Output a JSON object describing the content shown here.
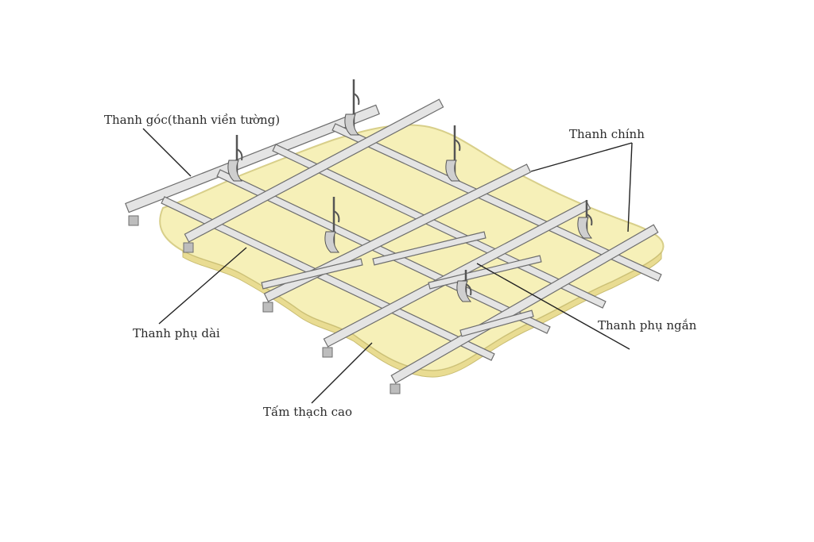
{
  "labels": {
    "corner_bar": "Thanh góc(thanh viền tường)",
    "main_bar": "Thanh chính",
    "long_cross_bar": "Thanh phụ dài",
    "short_cross_bar": "Thanh phụ ngắn",
    "gypsum_board": "Tấm thạch cao"
  },
  "colors": {
    "board_fill": "#f6f0b8",
    "board_edge": "#d8cf8a",
    "frame_fill": "#e4e4e4",
    "frame_stroke": "#6e6e6e",
    "leader_line": "#222222"
  }
}
